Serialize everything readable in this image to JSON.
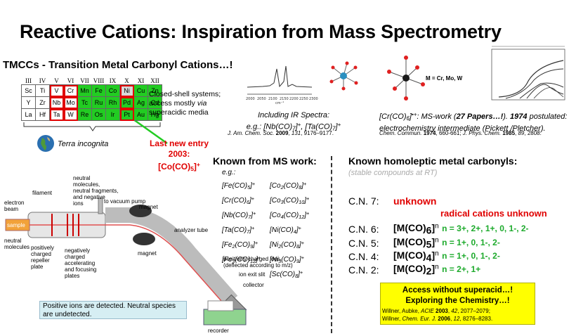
{
  "title": "Reactive Cations: Inspiration from Mass Spectrometry",
  "tmcc_title": "TMCCs - Transition Metal Carbonyl Cations…!",
  "ptable": {
    "groups": [
      "III",
      "IV",
      "V",
      "VI",
      "VII",
      "VIII",
      "IX",
      "X",
      "XI",
      "XII"
    ],
    "rows": [
      [
        "Sc",
        "Ti",
        "V",
        "Cr",
        "Mn",
        "Fe",
        "Co",
        "Ni",
        "Cu",
        "Zn"
      ],
      [
        "Y",
        "Zr",
        "Nb",
        "Mo",
        "Tc",
        "Ru",
        "Rh",
        "Pd",
        "Ag",
        "Cd"
      ],
      [
        "La",
        "Hf",
        "Ta",
        "W",
        "Re",
        "Os",
        "Ir",
        "Pt",
        "Au",
        "Hg"
      ]
    ]
  },
  "closed_shell": {
    "line1": "Closed-shell systems; access mostly ",
    "via": "via",
    "line2": " superacidic media"
  },
  "terra": "Terra incognita",
  "last_entry": {
    "line1": "Last new entry 2003:",
    "line2_a": "[Co(CO)",
    "line2_sub": "5",
    "line2_b": "]",
    "line2_sup": "+"
  },
  "ir": {
    "caption": "Including IR Spectra:",
    "example": "e.g.: [Nb(CO)",
    "ref_journal": "J. Am. Chem. Soc.",
    "ref_year": "2009",
    "ref_vol": "131",
    "ref_pages": ", 9176–9177.",
    "axis_ticks": [
      "2000",
      "2050",
      "2100",
      "2150",
      "2200",
      "2250",
      "2300"
    ],
    "axis_unit": "cm⁻¹"
  },
  "cr": {
    "m_label": "M = Cr, Mo, W",
    "text_a": "[Cr(CO)",
    "text_sub": "6",
    "text_b": "]",
    "text_sup": "•+",
    "text_c": ": MS-work (",
    "text_bold": "27 Papers…!",
    "text_d": "). ",
    "year": "1974",
    "text_e": " postulated: electrochemistry intermediate (Pickett /Pletcher).",
    "ref1_j": "Chem. Commun.",
    "ref1_y": "1974",
    "ref1_p": ", 660-661; ",
    "ref2_j": "J. Phys. Chem.",
    "ref2_y": "1985",
    "ref2_v": "89",
    "ref2_p": ", 2808."
  },
  "known_ms": {
    "title": "Known from MS work:",
    "eg": "e.g.:",
    "col1": [
      [
        "[Fe(CO)",
        "5",
        "]",
        "+"
      ],
      [
        "[Cr(CO)",
        "6",
        "]",
        "+"
      ],
      [
        "[Nb(CO)",
        "7",
        "]",
        "+"
      ],
      [
        "[Ta(CO)",
        "7",
        "]",
        "+"
      ],
      [
        "[Fe",
        "2",
        "(CO)",
        "9",
        "]",
        "+"
      ],
      [
        "[Fe",
        "3",
        "(CO)",
        "12",
        "]",
        "+"
      ]
    ],
    "col2": [
      [
        "[Co",
        "2",
        "(CO)",
        "8",
        "]",
        "+"
      ],
      [
        "[Co",
        "3",
        "(CO)",
        "10",
        "]",
        "+"
      ],
      [
        "[Co",
        "4",
        "(CO)",
        "12",
        "]",
        "+"
      ],
      [
        "[Ni(CO)",
        "4",
        "]",
        "+"
      ],
      [
        "[Ni",
        "2",
        "(CO)",
        "8",
        "]",
        "+"
      ],
      [
        "[Ni",
        "3",
        "(CO)",
        "9",
        "]",
        "+"
      ],
      [
        "[Sc(CO)",
        "8",
        "]",
        "+"
      ]
    ]
  },
  "homoleptic": {
    "title": "Known homoleptic metal carbonyls:",
    "subtitle": "(stable compounds at RT)",
    "unknown": "unknown",
    "radical": "radical cations unknown",
    "rows": [
      {
        "cn": "C.N. 7:"
      },
      {
        "cn": "C.N. 6:",
        "sp": "[M(CO)",
        "sub": "6",
        "sp2": "]",
        "n": "n",
        "charges": "n = 3+, 2+, 1+, 0, 1-, 2-"
      },
      {
        "cn": "C.N. 5:",
        "sp": "[M(CO)",
        "sub": "5",
        "sp2": "]",
        "n": "n",
        "charges": "n = 1+, 0, 1-, 2-"
      },
      {
        "cn": "C.N. 4:",
        "sp": "[M(CO)",
        "sub": "4",
        "sp2": "]",
        "n": "n",
        "charges": "n = 1+, 0, 1-, 2-"
      },
      {
        "cn": "C.N. 2:",
        "sp": "[M(CO)",
        "sub": "2",
        "sp2": "]",
        "n": "n",
        "charges": "n = 2+, 1+"
      }
    ]
  },
  "yellow_box": {
    "line1": "Access without superacid…!",
    "line2": "Exploring the Chemistry…!",
    "ref1": "Willner, Aubke, ",
    "ref1_j": "ACIE",
    "ref1_y": "2003",
    "ref1_v": "42",
    "ref1_p": ", 2077–2079;",
    "ref2": "Willner, ",
    "ref2_j": "Chem. Eur. J.",
    "ref2_y": "2006",
    "ref2_v": "12",
    "ref2_p": ", 8276–8283."
  },
  "ms_diagram": {
    "labels": {
      "neutral_molecules_top": "neutral\nmolecules,\nneutral fragments,\nand negative\nions",
      "filament": "filament",
      "vacuum": "to vacuum pump",
      "electron_beam": "electron\nbeam",
      "magnet_top": "magnet",
      "sample": "sample",
      "neutral_molecules": "neutral\nmolecules",
      "pos_repeller": "positively\ncharged\nrepeller\nplate",
      "neg_plates": "negatively\ncharged\naccelerating\nand focusing\nplates",
      "analyzer": "analyzer tube",
      "magnet_bottom": "magnet",
      "pos_ions": "positively charged ions\n(deflected according to m/z)",
      "ion_exit": "ion exit slit",
      "collector": "collector",
      "recorder": "recorder"
    },
    "note": "Positive ions are detected.  Neutral species are undetected."
  }
}
